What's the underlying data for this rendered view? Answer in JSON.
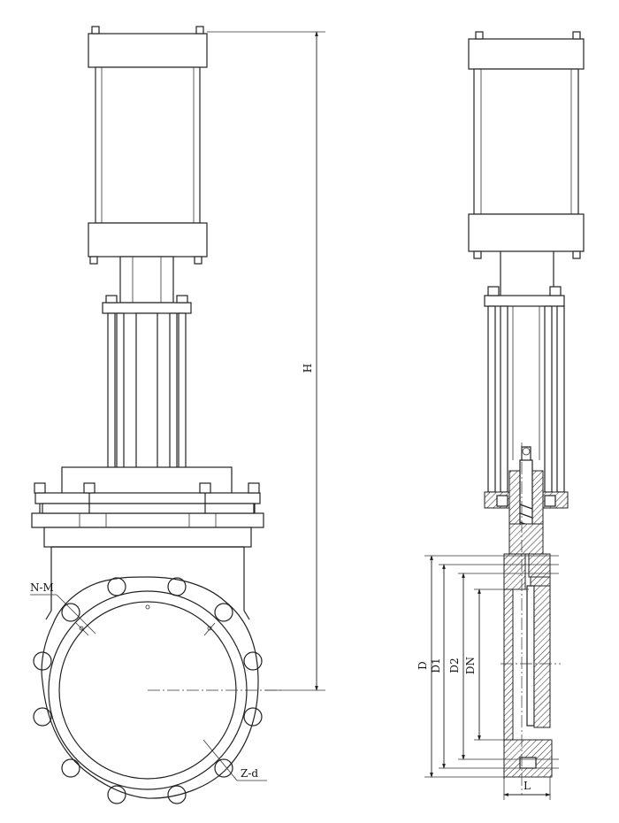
{
  "labels": {
    "height": "H",
    "bolt_thread": "N-M",
    "bolt_holes": "Z-d",
    "flange_od": "D",
    "bolt_circle": "D1",
    "raised_face": "D2",
    "nominal": "DN",
    "length": "L"
  }
}
